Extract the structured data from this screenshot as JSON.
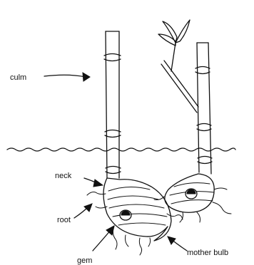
{
  "labels": {
    "culm": "culm",
    "neck": "neck",
    "root": "root",
    "gem": "gem",
    "mother_bulb": "mother bulb"
  }
}
